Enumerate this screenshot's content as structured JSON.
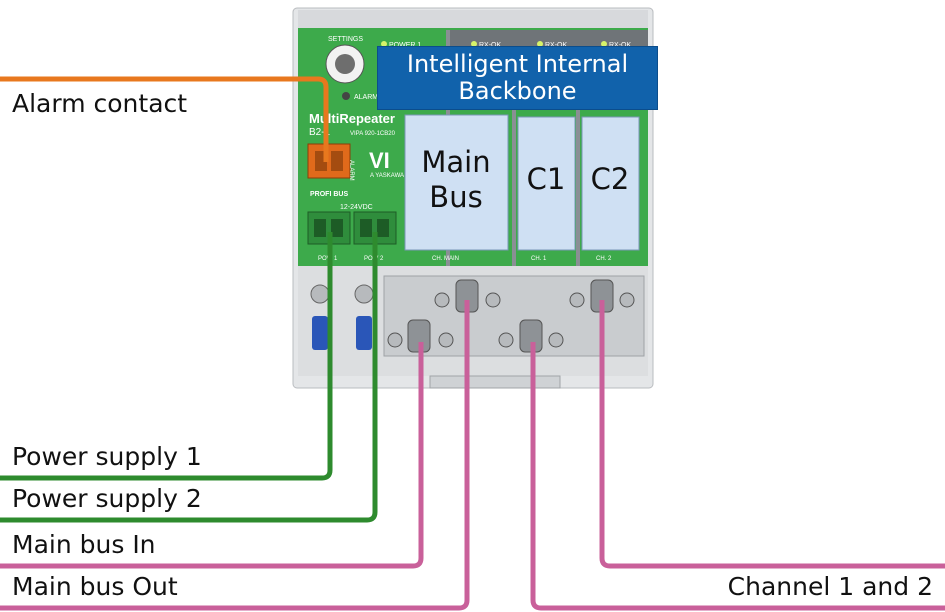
{
  "labels": {
    "alarm_contact": "Alarm contact",
    "power_supply_1": "Power supply 1",
    "power_supply_2": "Power supply 2",
    "main_bus_in": "Main bus In",
    "main_bus_out": "Main bus Out",
    "channels": "Channel 1 and 2"
  },
  "overlay": {
    "backbone_line1": "Intelligent Internal",
    "backbone_line2": "Backbone",
    "main_bus_line1": "Main",
    "main_bus_line2": "Bus",
    "c1": "C1",
    "c2": "C2"
  },
  "device": {
    "settings": "SETTINGS",
    "power_led": "POWER 1",
    "rx_ok": "RX-OK",
    "alarm_led": "ALARM",
    "name": "MultiRepeater",
    "model": "B2-1",
    "part_number": "VIPA 920-1CB20",
    "vi_logo": "VI",
    "yaskawa": "A YASKAWA",
    "profibus": "PROFI BUS",
    "voltage": "12-24VDC",
    "pow1": "POW 1",
    "pow2": "POW 2",
    "ch_main": "CH. MAIN",
    "ch1": "CH. 1",
    "ch2": "CH. 2",
    "alarm_side": "ALARM"
  },
  "colors": {
    "alarm_wire": "#e8781e",
    "power_wire": "#2e8b2e",
    "bus_wire": "#c9609a",
    "device_green": "#3daa4b",
    "backbone_blue": "#1162ab",
    "box_fill": "#cfe0f3"
  }
}
